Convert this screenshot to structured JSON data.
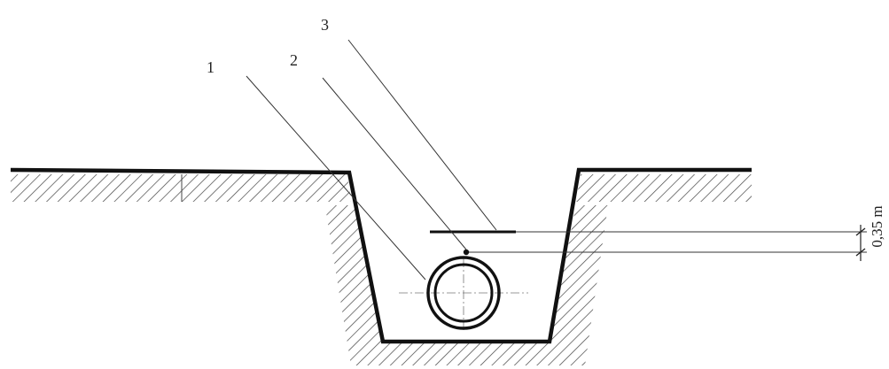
{
  "labels": {
    "callout_1": "1",
    "callout_2": "2",
    "callout_3": "3"
  },
  "dimension": {
    "depth_label": "0,35 m"
  },
  "colors": {
    "line": "#111111",
    "hatch": "#444444",
    "background": "#ffffff"
  }
}
